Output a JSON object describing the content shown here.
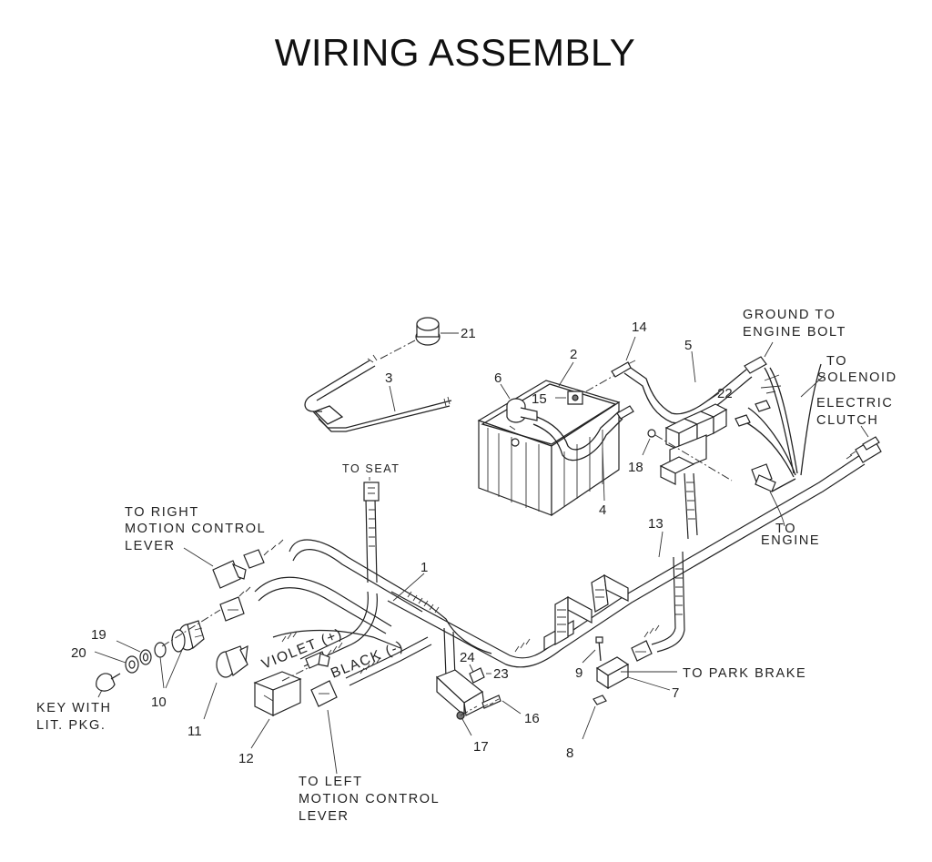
{
  "title": "WIRING ASSEMBLY",
  "callouts": {
    "n1": "1",
    "n2": "2",
    "n3": "3",
    "n4": "4",
    "n5": "5",
    "n6": "6",
    "n7": "7",
    "n8": "8",
    "n9": "9",
    "n10": "10",
    "n11": "11",
    "n12": "12",
    "n13": "13",
    "n14": "14",
    "n15": "15",
    "n16": "16",
    "n17": "17",
    "n18": "18",
    "n19": "19",
    "n20": "20",
    "n21": "21",
    "n22": "22",
    "n23": "23",
    "n24": "24"
  },
  "labels": {
    "ground_line1": "GROUND TO",
    "ground_line2": "ENGINE BOLT",
    "solenoid_line1": "TO",
    "solenoid_line2": "SOLENOID",
    "clutch_line1": "ELECTRIC",
    "clutch_line2": "CLUTCH",
    "engine_line1": "TO",
    "engine_line2": "ENGINE",
    "seat": "TO SEAT",
    "right_line1": "TO RIGHT",
    "right_line2": "MOTION CONTROL",
    "right_line3": "LEVER",
    "violet": "VIOLET (+)",
    "black": "BLACK (-)",
    "park_brake": "TO PARK BRAKE",
    "key_line1": "KEY WITH",
    "key_line2": "LIT. PKG.",
    "left_line1": "TO LEFT",
    "left_line2": "MOTION CONTROL",
    "left_line3": "LEVER"
  }
}
